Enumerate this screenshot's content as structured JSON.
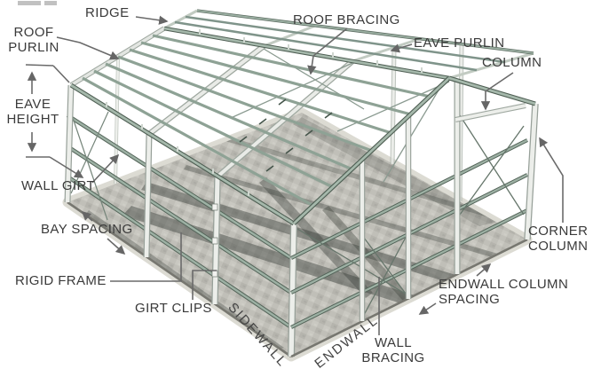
{
  "diagram": {
    "subject": "Pre-engineered steel building frame — labeled parts diagram",
    "labels": {
      "ridge": "RIDGE",
      "roof_purlin": "ROOF\nPURLIN",
      "eave_height": "EAVE\nHEIGHT",
      "wall_girt": "WALL GIRT",
      "bay_spacing": "BAY SPACING",
      "rigid_frame": "RIGID FRAME",
      "girt_clips": "GIRT CLIPS",
      "sidewall": "SIDEWALL",
      "endwall": "ENDWALL",
      "wall_bracing": "WALL\nBRACING",
      "endwall_column_spacing": "ENDWALL COLUMN\nSPACING",
      "corner_column": "CORNER\nCOLUMN",
      "column": "COLUMN",
      "eave_purlin": "EAVE PURLIN",
      "roof_bracing": "ROOF BRACING"
    },
    "colors": {
      "background": "#ffffff",
      "steel_green": "#8ea295",
      "steel_green_light": "#a5b8ab",
      "steel_green_dark": "#55655a",
      "frame_white": "#eceeea",
      "frame_edge": "#97a099",
      "slab_gray": "#c0bfb8",
      "slab_edge": "#dcdbd3",
      "shadow": "#3c413b",
      "label_text": "#3a3a3a",
      "leader_line": "#6a6a6a"
    }
  }
}
